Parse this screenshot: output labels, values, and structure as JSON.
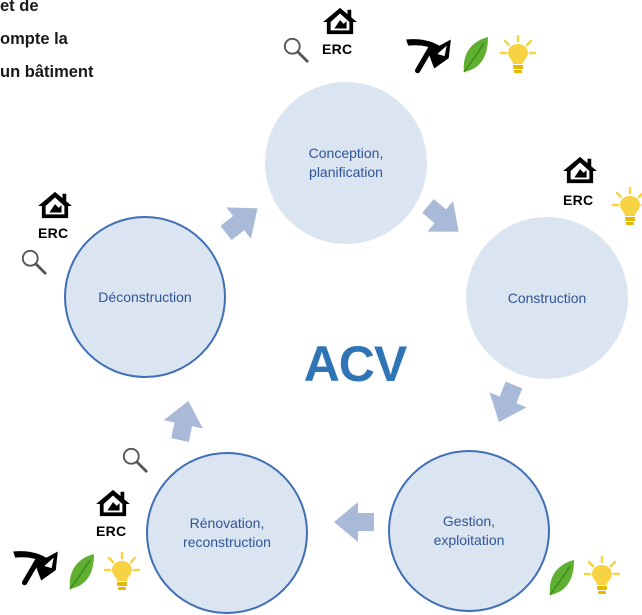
{
  "title": {
    "lines": [
      "et de",
      "ompte la",
      "un bâtiment"
    ]
  },
  "center_label": "ACV",
  "stages": [
    {
      "label": "Conception,\nplanification"
    },
    {
      "label": "Construction"
    },
    {
      "label": "Gestion,\nexploitation"
    },
    {
      "label": "Rénovation,\nreconstruction"
    },
    {
      "label": "Déconstruction"
    }
  ],
  "erc_label": "ERC",
  "colors": {
    "stage_fill": "#dbe4f1",
    "stage_outline": "#3f6fb6",
    "stage_text": "#2f5597",
    "arrow": "#a9bad8",
    "center_text": "#2f74b5",
    "leaf": "#5fb030",
    "bulb": "#f7d343"
  },
  "icons": [
    "house-icon",
    "magnifier-icon",
    "pickaxe-icon",
    "leaf-icon",
    "lightbulb-icon"
  ]
}
